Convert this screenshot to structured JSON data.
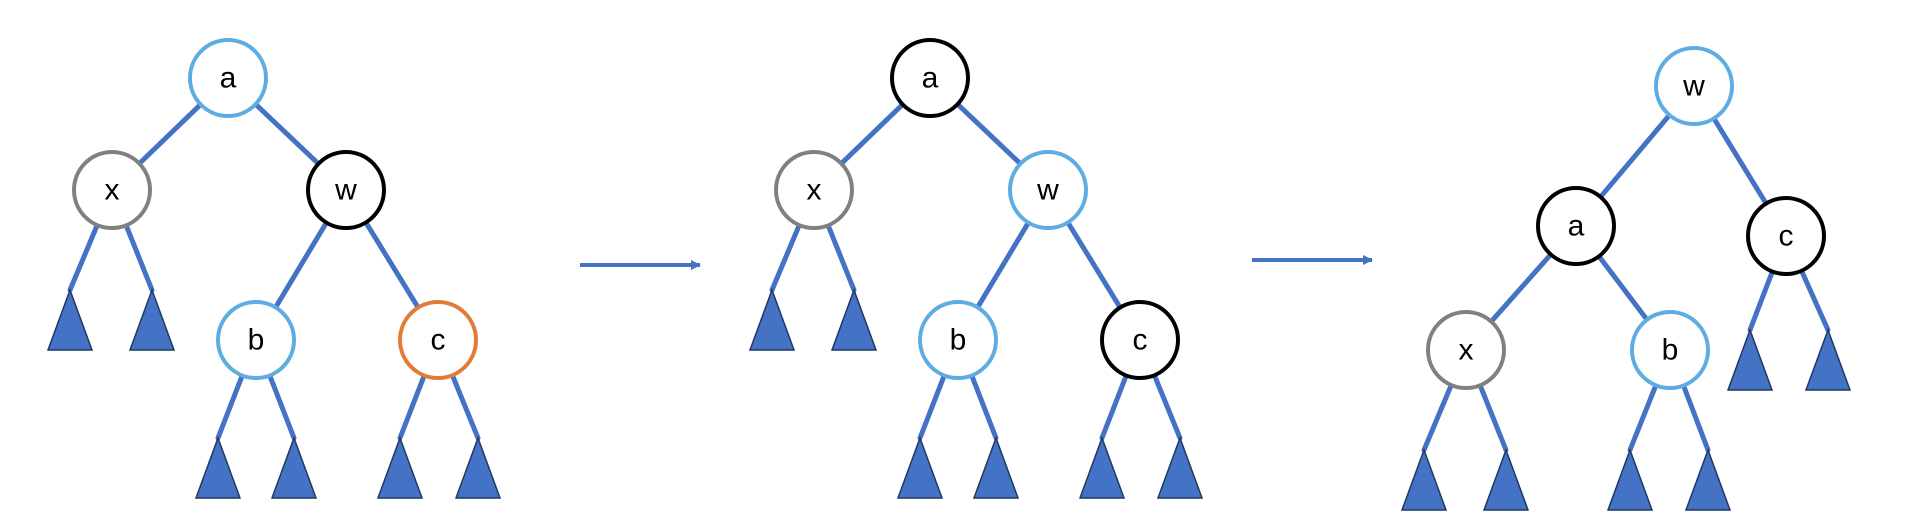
{
  "colors": {
    "edge": "#4472C4",
    "subtree_fill": "#4472C4",
    "red_node": "#5DADE2",
    "black_node": "#000000",
    "doubly_black_node": "#808080",
    "highlight_node": "#E07B39"
  },
  "trees": [
    {
      "nodes": [
        {
          "id": "a",
          "label": "a",
          "color": "#5DADE2"
        },
        {
          "id": "x",
          "label": "x",
          "color": "#808080"
        },
        {
          "id": "w",
          "label": "w",
          "color": "#000000"
        },
        {
          "id": "b",
          "label": "b",
          "color": "#5DADE2"
        },
        {
          "id": "c",
          "label": "c",
          "color": "#E07B39"
        }
      ]
    },
    {
      "nodes": [
        {
          "id": "a",
          "label": "a",
          "color": "#000000"
        },
        {
          "id": "x",
          "label": "x",
          "color": "#808080"
        },
        {
          "id": "w",
          "label": "w",
          "color": "#5DADE2"
        },
        {
          "id": "b",
          "label": "b",
          "color": "#5DADE2"
        },
        {
          "id": "c",
          "label": "c",
          "color": "#000000"
        }
      ]
    },
    {
      "nodes": [
        {
          "id": "w",
          "label": "w",
          "color": "#5DADE2"
        },
        {
          "id": "a",
          "label": "a",
          "color": "#000000"
        },
        {
          "id": "c",
          "label": "c",
          "color": "#000000"
        },
        {
          "id": "x",
          "label": "x",
          "color": "#808080"
        },
        {
          "id": "b",
          "label": "b",
          "color": "#5DADE2"
        }
      ]
    }
  ]
}
